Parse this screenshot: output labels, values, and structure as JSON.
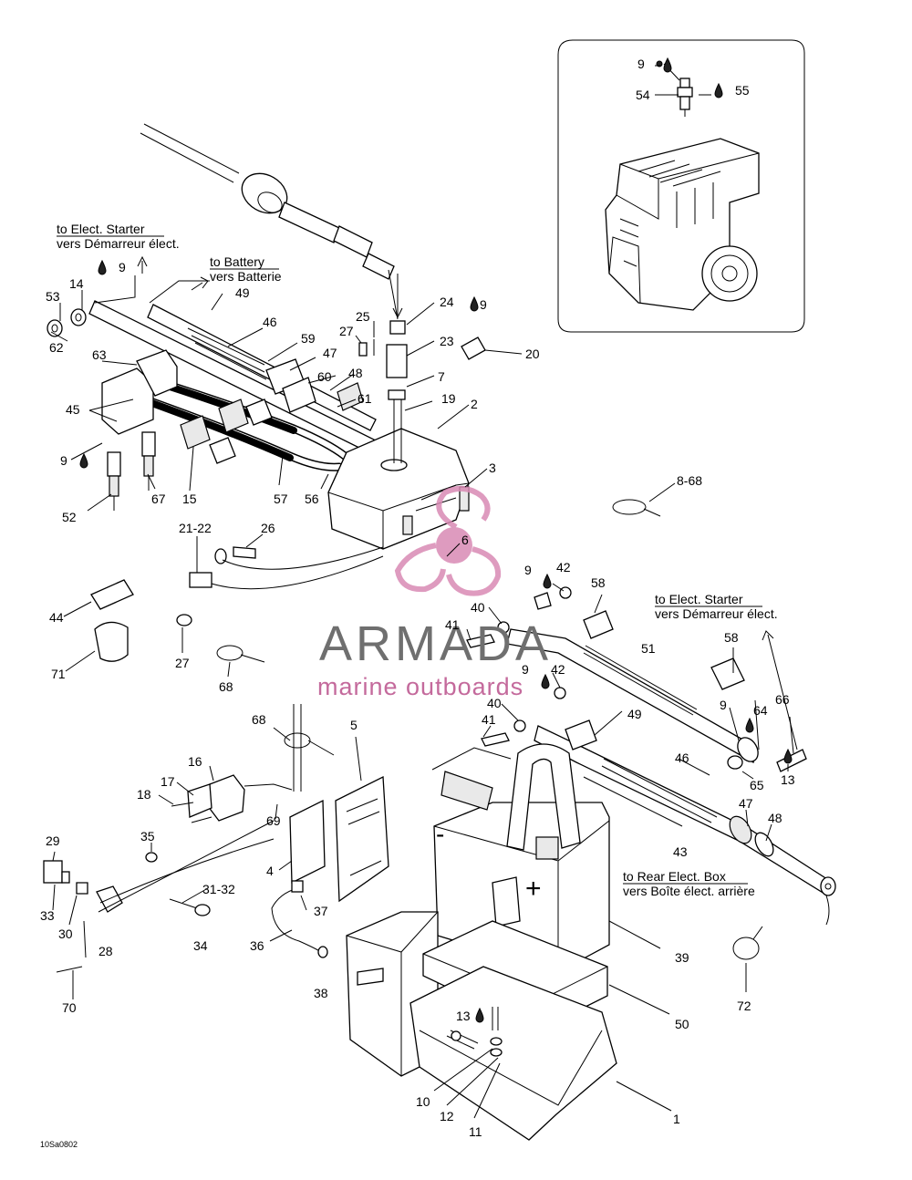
{
  "diagram_code": "10Sa0802",
  "watermark": {
    "brand": "ARMADA",
    "tagline": "marine outboards",
    "accent_color": "#c46a9c",
    "brand_color": "#6f6f6f"
  },
  "notes": {
    "elect_starter_top_en": "to Elect. Starter",
    "elect_starter_top_fr": "vers Démarreur élect.",
    "battery_en": "to Battery",
    "battery_fr": "vers Batterie",
    "elect_starter_right_en": "to Elect. Starter",
    "elect_starter_right_fr": "vers Démarreur élect.",
    "rear_box_en": "to Rear Elect. Box",
    "rear_box_fr": "vers Boîte élect. arrière"
  },
  "battery_symbols": {
    "negative": "-",
    "positive": "+"
  },
  "parts": {
    "p1": "1",
    "p2": "2",
    "p3": "3",
    "p4": "4",
    "p5": "5",
    "p6": "6",
    "p7": "7",
    "p8_68": "8-68",
    "p9_a": "9",
    "p9_b": "9",
    "p9_c": "9",
    "p9_d": "9",
    "p9_e": "9",
    "p9_f": "9",
    "p9_g": "9",
    "p10": "10",
    "p11": "11",
    "p12": "12",
    "p13_a": "13",
    "p13_b": "13",
    "p14": "14",
    "p15": "15",
    "p16": "16",
    "p17": "17",
    "p18": "18",
    "p19": "19",
    "p20": "20",
    "p21_22": "21-22",
    "p23": "23",
    "p24": "24",
    "p25": "25",
    "p26": "26",
    "p27_a": "27",
    "p27_b": "27",
    "p28": "28",
    "p29": "29",
    "p30": "30",
    "p31_32": "31-32",
    "p33": "33",
    "p34": "34",
    "p35": "35",
    "p36": "36",
    "p37": "37",
    "p38": "38",
    "p39": "39",
    "p40_a": "40",
    "p40_b": "40",
    "p41_a": "41",
    "p41_b": "41",
    "p42_a": "42",
    "p42_b": "42",
    "p43": "43",
    "p44": "44",
    "p45": "45",
    "p46_a": "46",
    "p46_b": "46",
    "p47_a": "47",
    "p47_b": "47",
    "p48_a": "48",
    "p48_b": "48",
    "p49_a": "49",
    "p49_b": "49",
    "p50": "50",
    "p51": "51",
    "p52": "52",
    "p53": "53",
    "p54": "54",
    "p55": "55",
    "p56": "56",
    "p57": "57",
    "p58_a": "58",
    "p58_b": "58",
    "p59": "59",
    "p60": "60",
    "p61": "61",
    "p62": "62",
    "p63": "63",
    "p64": "64",
    "p65": "65",
    "p66": "66",
    "p67": "67",
    "p68_a": "68",
    "p68_b": "68",
    "p69": "69",
    "p70": "70",
    "p71": "71",
    "p72": "72"
  }
}
